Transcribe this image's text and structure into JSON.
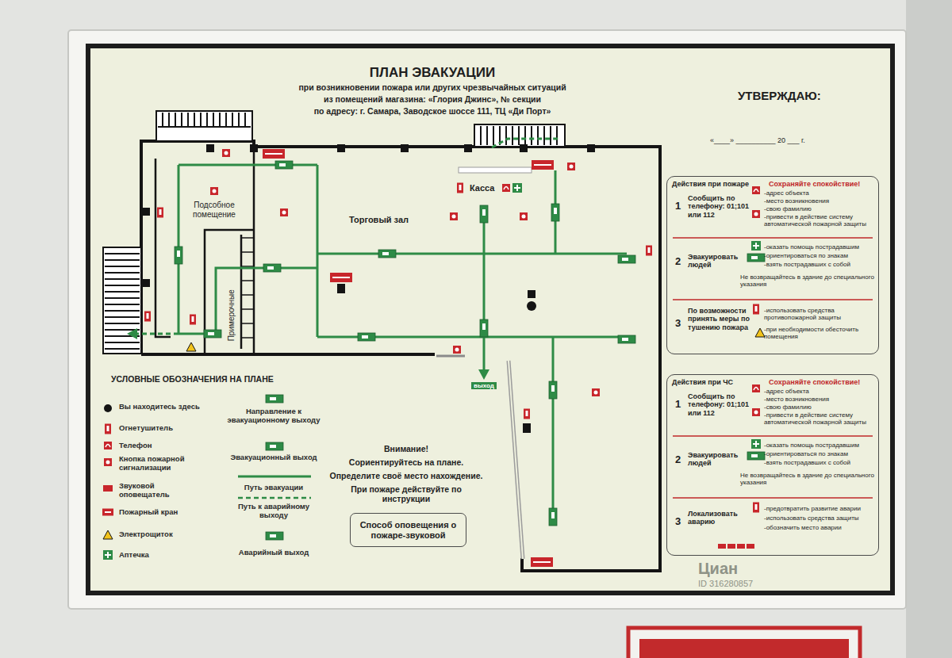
{
  "diagram": {
    "title": "ПЛАН ЭВАКУАЦИИ",
    "nodes": [
      {
        "text": [
          "Действия при пожаре",
          "Сохраняйте спокойствие!",
          "1",
          "Сообщить по телефону: 01;101 или 112",
          "-адрес объекта",
          "-место возникновения",
          "-свою фамилию",
          "-привести в действие систему автоматической пожарной защиты",
          "2",
          "Эвакуировать людей",
          "-оказать помощь пострадавшим",
          "-ориентироваться по знакам",
          "-взять пострадавших с собой",
          "Не возвращайтесь в здание до специального указания",
          "3",
          "По возможности принять меры по тушению пожара",
          "-использовать средства противопожарной защиты",
          "-при необходимости обесточить помещения"
        ]
      },
      {
        "text": [
          "Действия при ЧС",
          "Сохраняйте спокойствие!",
          "1",
          "Сообщить по телефону: 01;101 или 112",
          "-адрес объекта",
          "-место возникновения",
          "-свою фамилию",
          "-привести в действие систему автоматической пожарной защиты",
          "2",
          "Эвакуировать людей",
          "-оказать помощь пострадавшим",
          "-ориентироваться по знакам",
          "-взять пострадавших с собой",
          "Не возвращайтесь в здание до специального указания",
          "3",
          "Локализовать аварию",
          "-предотвратить развитие аварии",
          "-использовать средства защиты",
          "-обозначить место аварии"
        ]
      },
      {
        "text": [
          "Способ оповещения о пожаре-звуковой"
        ]
      }
    ],
    "labels": [
      "при возникновении пожара или других чрезвычайных ситуаций",
      "из помещений магазина: «Глория Джинс», № секции",
      "по адресу: г. Самара, Заводское шоссе 111, ТЦ «Ди Порт»",
      "УТВЕРЖДАЮ:",
      "«____» __________ 20 ___ г.",
      "Касса",
      "Торговый зал",
      "Подсобное помещение",
      "Примерочные",
      "выход",
      "УСЛОВНЫЕ ОБОЗНАЧЕНИЯ НА ПЛАНЕ",
      "Внимание!",
      "Сориентируйтесь на плане.",
      "Определите своё место нахождение.",
      "При пожаре действуйте по инструкции",
      "Циан",
      "ID 316280857"
    ],
    "legend": [
      {
        "text": "Вы находитесь здесь"
      },
      {
        "text": "Огнетушитель"
      },
      {
        "text": "Телефон"
      },
      {
        "text": "Кнопка пожарной сигнализации"
      },
      {
        "text": "Звуковой оповещатель"
      },
      {
        "text": "Пожарный кран"
      },
      {
        "text": "Электрощиток"
      },
      {
        "text": "Аптечка"
      },
      {
        "text": "Направление к эвакуационному выходу"
      },
      {
        "text": "Эвакуационный выход"
      },
      {
        "text": "Путь эвакуации"
      },
      {
        "text": "Путь к аварийному выходу"
      },
      {
        "text": "Аварийный выход"
      }
    ]
  }
}
